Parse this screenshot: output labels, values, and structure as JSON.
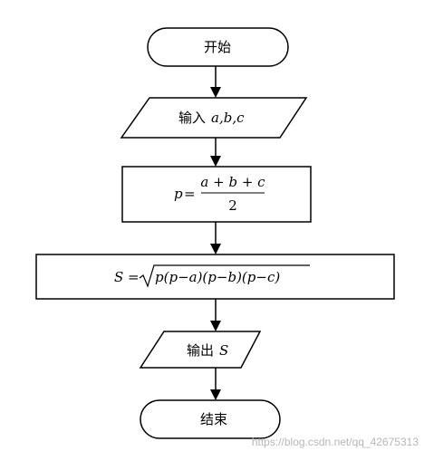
{
  "flowchart": {
    "start": {
      "label": "开始"
    },
    "input": {
      "prefix": "输入",
      "vars": "a,b,c"
    },
    "compute_p": {
      "lhs": "p",
      "eq": "=",
      "numerator": "a + b + c",
      "denominator": "2"
    },
    "compute_s": {
      "lhs": "S",
      "eq": "=",
      "radicand_1": "p(p",
      "minus_1": "−",
      "radicand_2": "a)(p",
      "minus_2": "−",
      "radicand_3": "b)(p",
      "minus_3": "−",
      "radicand_4": "c)"
    },
    "output": {
      "prefix": "输出",
      "var": "S"
    },
    "end": {
      "label": "结束"
    }
  },
  "watermark": {
    "text": "https://blog.csdn.net/qq_42675313"
  }
}
